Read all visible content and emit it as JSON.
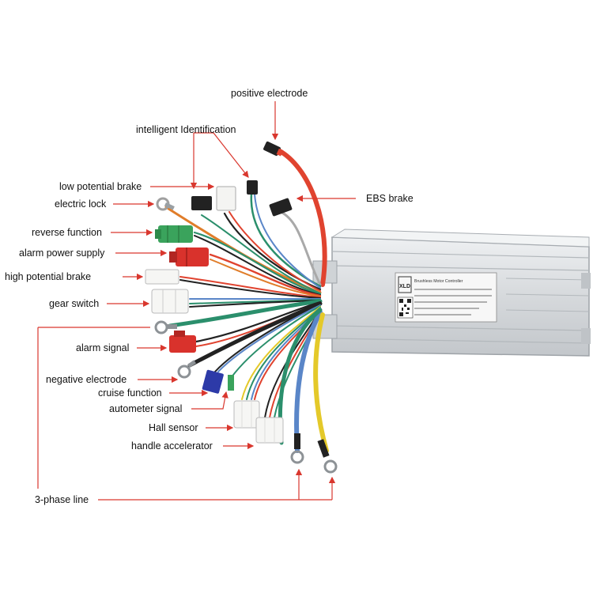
{
  "labels": {
    "positive_electrode": "positive electrode",
    "intelligent_identification": "intelligent Identification",
    "low_potential_brake": "low potential brake",
    "electric_lock": "electric lock",
    "ebs_brake": "EBS brake",
    "reverse_function": "reverse function",
    "alarm_power_supply": "alarm power supply",
    "high_potential_brake": "high potential brake",
    "gear_switch": "gear switch",
    "alarm_signal": "alarm signal",
    "negative_electrode": "negative electrode",
    "cruise_function": "cruise function",
    "autometer_signal": "autometer signal",
    "hall_sensor": "Hall sensor",
    "handle_accelerator": "handle accelerator",
    "three_phase_line": "3-phase line"
  },
  "controller": {
    "logo": "XLD",
    "plate_title": "Brushless Motor Controller"
  },
  "colors": {
    "pointer_line": "#d9372e",
    "housing": "#d9dcdf",
    "red_wire": "#e0432f",
    "yellow_wire": "#e4c92a",
    "blue_wire": "#5a86c8",
    "green_wire": "#2b8f6c"
  }
}
